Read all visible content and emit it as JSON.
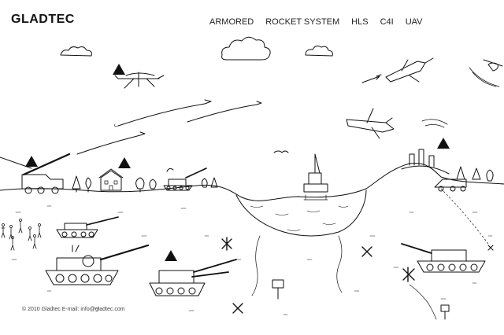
{
  "header": {
    "logo": "GLADTEC"
  },
  "nav": {
    "items": [
      {
        "label": "ARMORED"
      },
      {
        "label": "ROCKET SYSTEM"
      },
      {
        "label": "HLS"
      },
      {
        "label": "C4I"
      },
      {
        "label": "UAV"
      }
    ]
  },
  "footer": {
    "copyright": "© 2010 Gladtec",
    "email_text": "E-mail: info@gladtec.com"
  },
  "icons": {
    "marker": "triangle-marker-icon"
  },
  "colors": {
    "ink": "#111111",
    "background": "#ffffff"
  }
}
